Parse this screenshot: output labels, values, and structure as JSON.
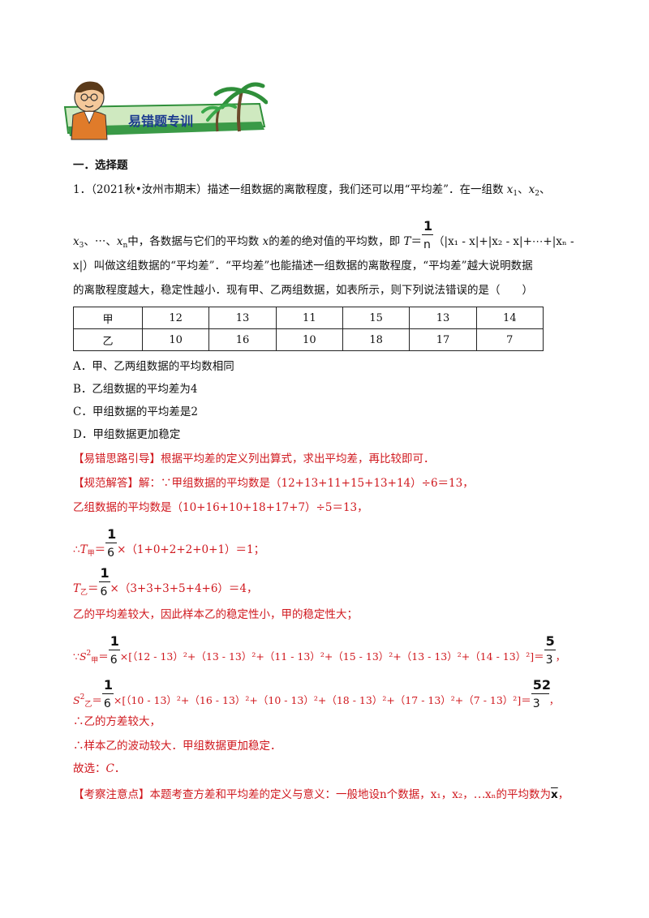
{
  "banner": {
    "title": "易错题专训"
  },
  "section": {
    "title": "一．选择题"
  },
  "question": {
    "number": "1．",
    "source": "（2021秋•汝州市期末）",
    "l1_text": "描述一组数据的离散程度，我们还可以用“平均差”．在一组数",
    "l2_a": "中，各数据与它们的平均数",
    "l2_b": "的差的绝对值的平均数，即",
    "l2_formula": "（|x₁ - x|+|x₂ - x|+⋯+|xₙ -",
    "l3_text": "x|）叫做这组数据的“平均差”．“平均差”也能描述一组数据的离散程度，“平均差”越大说明数据",
    "l4_text": "的离散程度越大，稳定性越小．现有甲、乙两组数据，如表所示，则下列说法错误的是（　　）"
  },
  "table": {
    "rows": [
      [
        "甲",
        "12",
        "13",
        "11",
        "15",
        "13",
        "14"
      ],
      [
        "乙",
        "10",
        "16",
        "10",
        "18",
        "17",
        "7"
      ]
    ]
  },
  "options": [
    "A．甲、乙两组数据的平均数相同",
    "B．乙组数据的平均差为4",
    "C．甲组数据的平均差是2",
    "D．甲组数据更加稳定"
  ],
  "solution": {
    "hint_label": "【易错思路引导】",
    "hint_text": "根据平均差的定义列出算式，求出平均差，再比较即可．",
    "answer_label": "【规范解答】",
    "answer_text": "解：∵甲组数据的平均数是（12+13+11+15+13+14）÷6＝13，",
    "line2": "乙组数据的平均数是（10+16+10+18+17+7）÷5＝13，",
    "t_jia_tail": "×（1+0+2+2+0+1）＝1；",
    "t_yi_tail": "×（3+3+3+5+4+6）＝4，",
    "line5": "乙的平均差较大，因此样本乙的稳定性小，甲的稳定性大；",
    "s_jia_tail": "×[（12 - 13）²+（13 - 13）²+（11 - 13）²+（15 - 13）²+（13 - 13）²+（14 - 13）²]＝",
    "s_yi_tail": "×[（10 - 13）²+（16 - 13）²+（10 - 13）²+（18 - 13）²+（17 - 13）²+（7 - 13）²]＝",
    "line8": "∴乙的方差较大，",
    "line9": "∴样本乙的波动较大．甲组数据更加稳定．",
    "line10": "故选：",
    "choice": "C",
    "note_label": "【考察注意点】",
    "note_text": "本题考查方差和平均差的定义与意义：一般地设n个数据，x₁，x₂，⋯xₙ的平均数为"
  },
  "fractions": {
    "one": "1",
    "n": "n",
    "six": "6",
    "five": "5",
    "three": "3",
    "fifty_two": "52",
    "xbar": "x"
  },
  "colors": {
    "red": "#d0181e",
    "banner_green": "#2f8f3a",
    "banner_title": "#1b3a8f"
  }
}
